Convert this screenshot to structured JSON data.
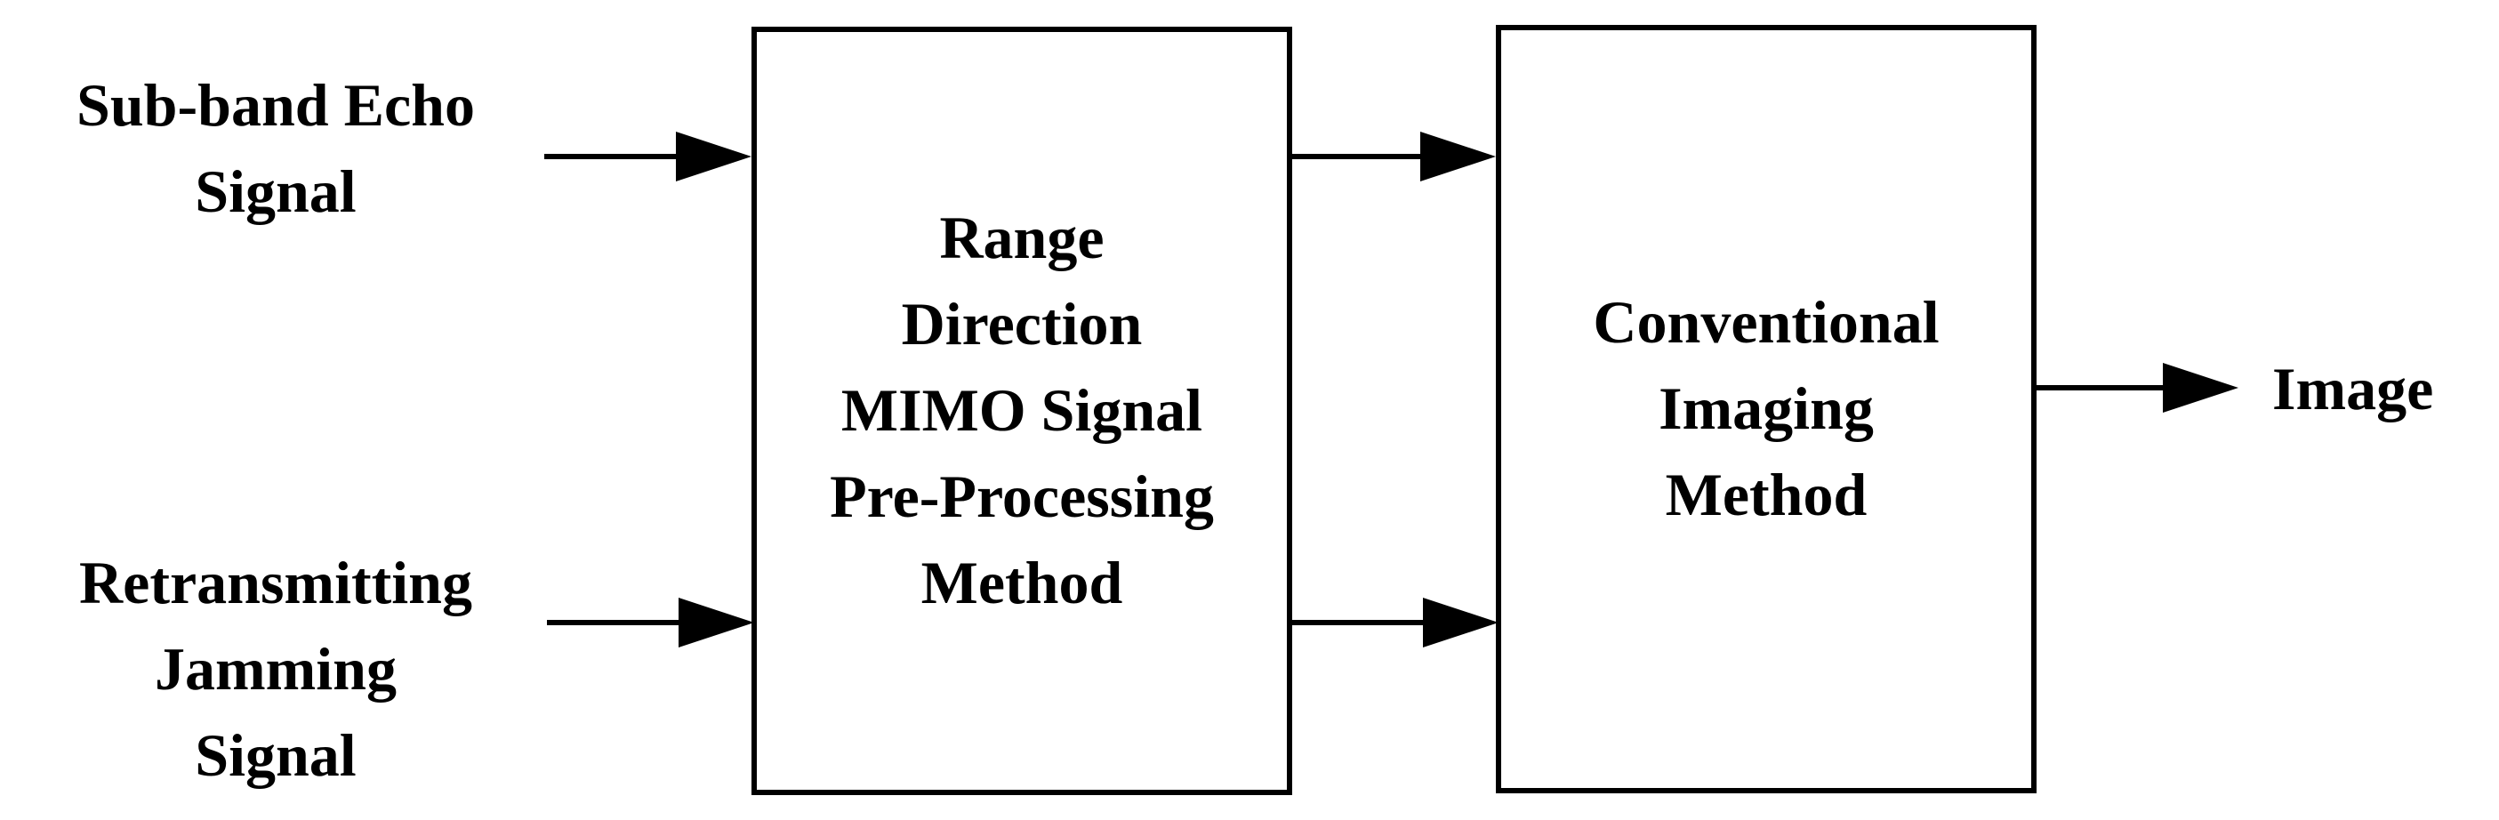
{
  "inputs": {
    "echo": [
      "Sub-band Echo",
      "Signal"
    ],
    "jamming": [
      "Retransmitting",
      "Jamming",
      "Signal"
    ]
  },
  "blocks": {
    "preprocessing": [
      "Range",
      "Direction",
      "MIMO Signal",
      "Pre-Processing",
      "Method"
    ],
    "imaging": [
      "Conventional",
      "Imaging",
      "Method"
    ]
  },
  "output": {
    "label": "Image"
  }
}
